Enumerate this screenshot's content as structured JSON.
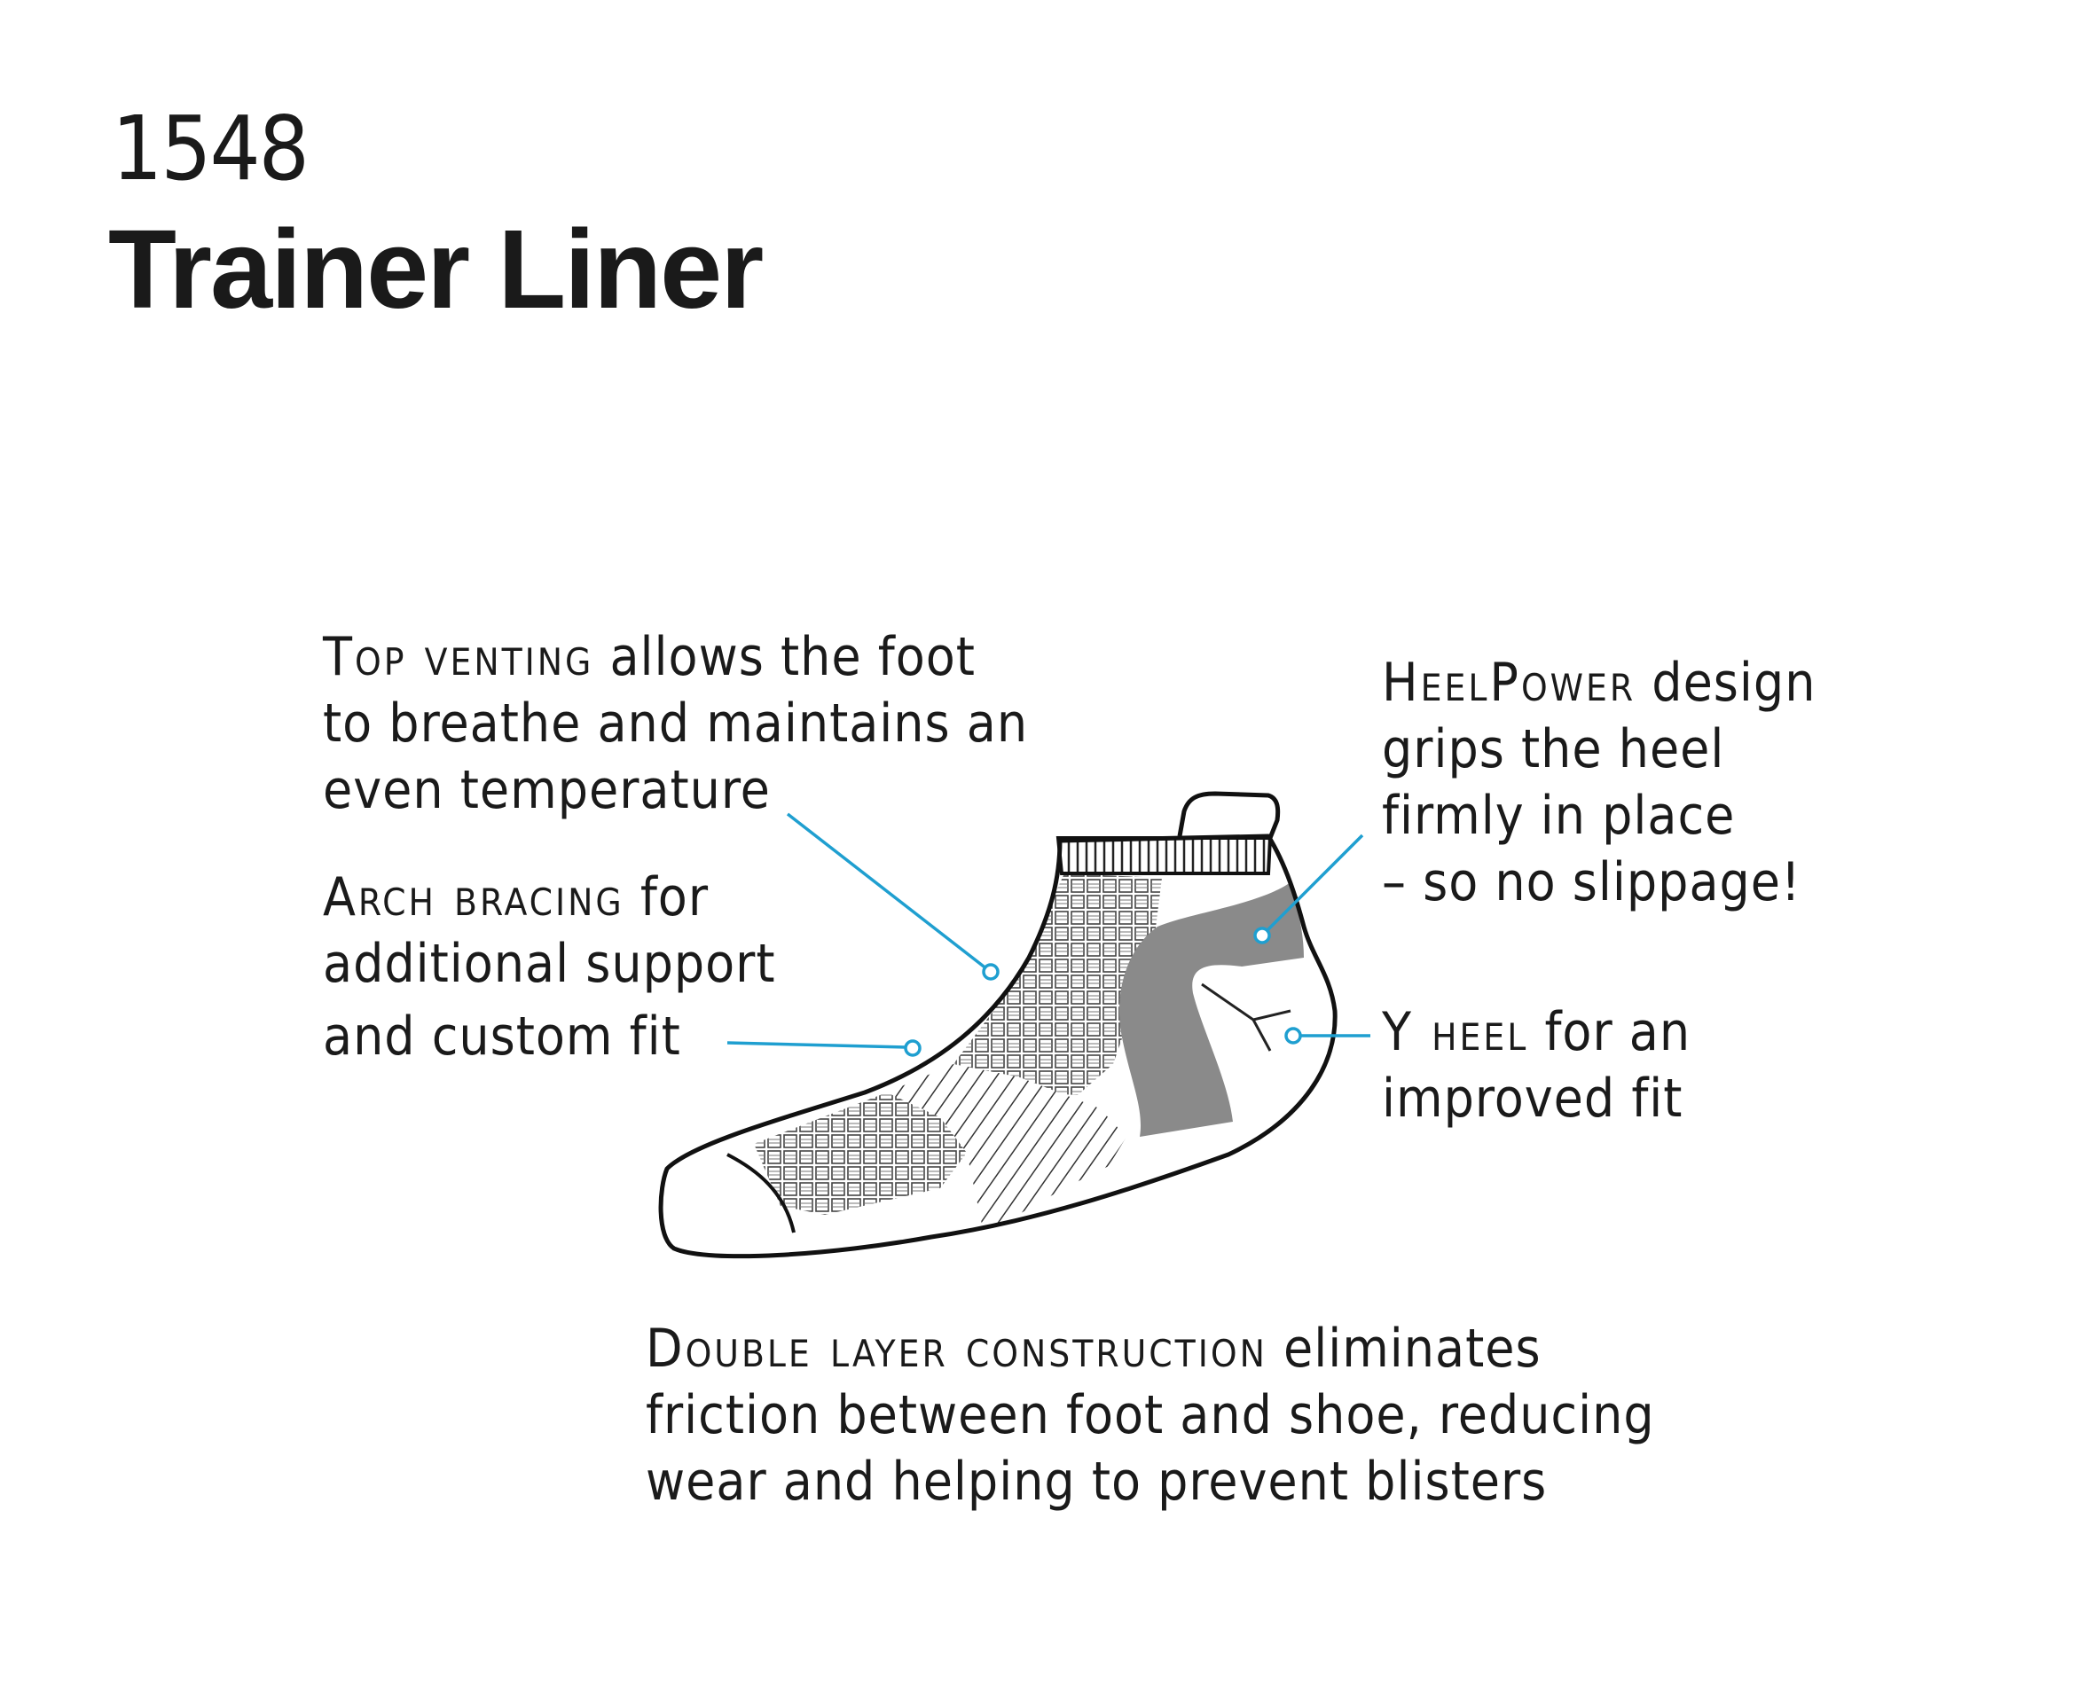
{
  "product": {
    "number": "1548",
    "name": "Trainer Liner"
  },
  "colors": {
    "leader_line": "#1f9fd0",
    "outline": "#111111",
    "grip_band": "#8a8a8a"
  },
  "callouts": {
    "top_venting": {
      "title": "Top venting",
      "line1_rest": " allows the foot",
      "line2": "to breathe and maintains an",
      "line3": "even temperature"
    },
    "arch_bracing": {
      "title": "Arch bracing",
      "line1_rest": " for",
      "line2": "additional support",
      "line3": "and custom fit"
    },
    "heelpower": {
      "title": "HeelPower",
      "line1_rest": " design",
      "line2": "grips the heel",
      "line3": "firmly in place",
      "line4": "– so no slippage!"
    },
    "y_heel": {
      "title": "Y heel",
      "line1_rest": " for an",
      "line2": "improved fit"
    },
    "double_layer": {
      "title": "Double layer construction",
      "line1_rest": " eliminates",
      "line2": "friction between foot and shoe, reducing",
      "line3": "wear and helping to prevent blisters"
    }
  }
}
